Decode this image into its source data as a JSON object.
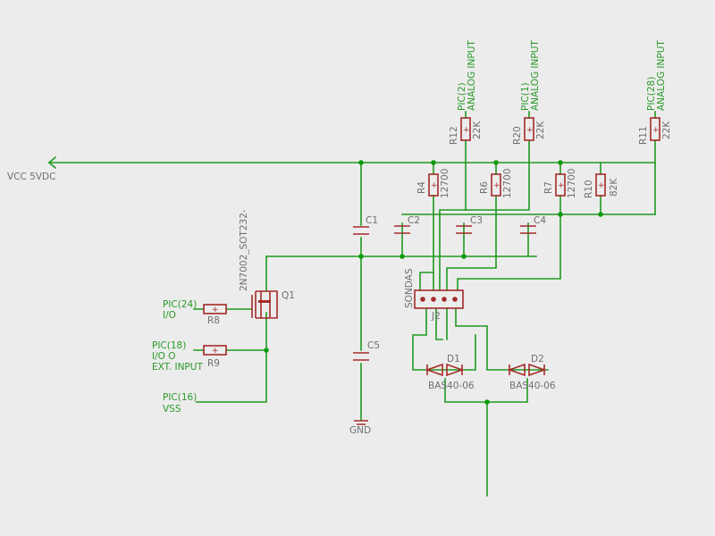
{
  "labels": {
    "vcc": "VCC 5VDC",
    "gnd": "GND",
    "sondas": "SONDAS",
    "j2": "J2",
    "q1": "Q1",
    "q1_part": "2N7002_SOT232-",
    "c1": "C1",
    "c2": "C2",
    "c3": "C3",
    "c4": "C4",
    "c5": "C5",
    "d1": "D1",
    "d2": "D2",
    "d1_part": "BAS40-06",
    "d2_part": "BAS40-06",
    "r4": "R4",
    "r4_val": "12700",
    "r6": "R6",
    "r6_val": "12700",
    "r7": "R7",
    "r7_val": "12700",
    "r10": "R10",
    "r10_val": "82K",
    "r12": "R12",
    "r12_val": "22K",
    "r20": "R20",
    "r20_val": "22K",
    "r11": "R11",
    "r11_val": "22K",
    "r8": "R8",
    "r9": "R9",
    "pic2": "PIC(2)",
    "pic2_desc": "ANALOG INPUT",
    "pic1": "PIC(1)",
    "pic1_desc": "ANALOG INPUT",
    "pic28": "PIC(28)",
    "pic28_desc": "ANALOG INPUT",
    "pic24": "PIC(24)",
    "pic24_desc": "I/O",
    "pic18": "PIC(18)",
    "pic18_desc1": "I/O O",
    "pic18_desc2": "EXT. INPUT",
    "pic16": "PIC(16)",
    "pic16_desc": "VSS"
  },
  "colors": {
    "wire": "#1f9a1f",
    "part": "#a52a2a",
    "label": "#6f6f6f",
    "net_label": "#2a9a2a",
    "background": "#ececec"
  }
}
